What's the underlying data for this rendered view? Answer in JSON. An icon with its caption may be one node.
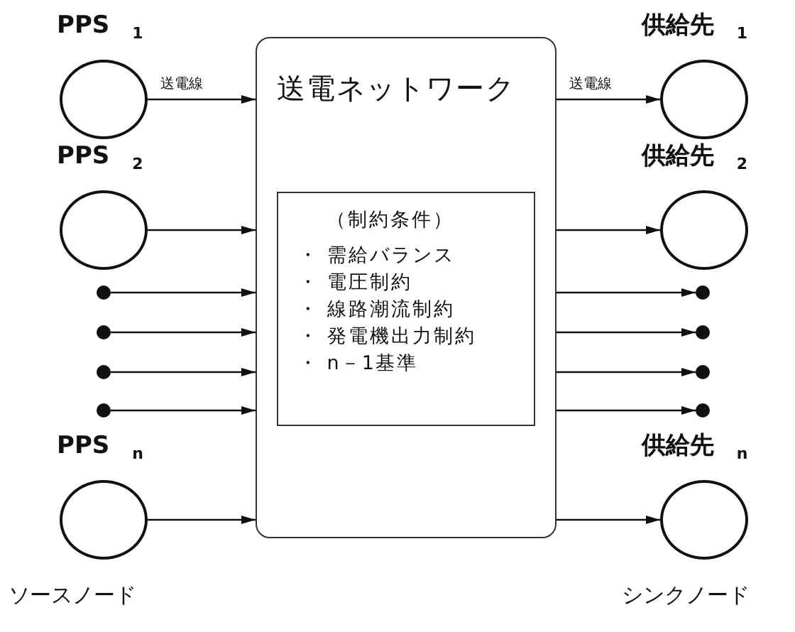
{
  "diagram": {
    "nodes": [
      {
        "text": [
          "PPS $_{1}$"
        ]
      },
      {
        "text": [
          "PPS $_{2}$"
        ]
      },
      {
        "text": [],
        "shape": "circle"
      },
      {
        "text": [],
        "shape": "circle"
      },
      {
        "text": [],
        "shape": "circle"
      },
      {
        "text": [],
        "shape": "circle"
      },
      {
        "text": [
          "PPS $_{n}$"
        ]
      },
      {
        "text": [
          "送電ネットワーク"
        ]
      },
      {
        "text": [
          "（制約条件）",
          "・ 需給バランス",
          "・ 電圧制約",
          "・ 線路潮流制約",
          "・ 発電機出力制約",
          "・ n－1基準"
        ],
        "in": 7
      },
      {
        "text": [
          "供給先 $_{1}$"
        ]
      },
      {
        "text": [
          "供給先 $_{2}$"
        ]
      },
      {
        "text": [],
        "shape": "circle"
      },
      {
        "text": [],
        "shape": "circle"
      },
      {
        "text": [],
        "shape": "circle"
      },
      {
        "text": [],
        "shape": "circle"
      },
      {
        "text": [
          "供給先 $_{n}$"
        ]
      }
    ],
    "edges": [
      {
        "from": 0,
        "to": 7,
        "arrow": "to",
        "label": "送電線"
      },
      {
        "from": 1,
        "to": 7,
        "arrow": "to"
      },
      {
        "from": 2,
        "to": 7,
        "arrow": "to"
      },
      {
        "from": 3,
        "to": 7,
        "arrow": "to"
      },
      {
        "from": 4,
        "to": 7,
        "arrow": "to"
      },
      {
        "from": 5,
        "to": 7,
        "arrow": "to"
      },
      {
        "from": 6,
        "to": 7,
        "arrow": "to"
      },
      {
        "from": 7,
        "to": 9,
        "arrow": "to",
        "label": "送電線"
      },
      {
        "from": 7,
        "to": 10,
        "arrow": "to"
      },
      {
        "from": 7,
        "to": 11,
        "arrow": "to"
      },
      {
        "from": 7,
        "to": 12,
        "arrow": "to"
      },
      {
        "from": 7,
        "to": 13,
        "arrow": "to"
      },
      {
        "from": 7,
        "to": 14,
        "arrow": "to"
      },
      {
        "from": 7,
        "to": 15,
        "arrow": "to"
      }
    ],
    "labels": [
      "ソースノード",
      "シンクノード"
    ]
  }
}
